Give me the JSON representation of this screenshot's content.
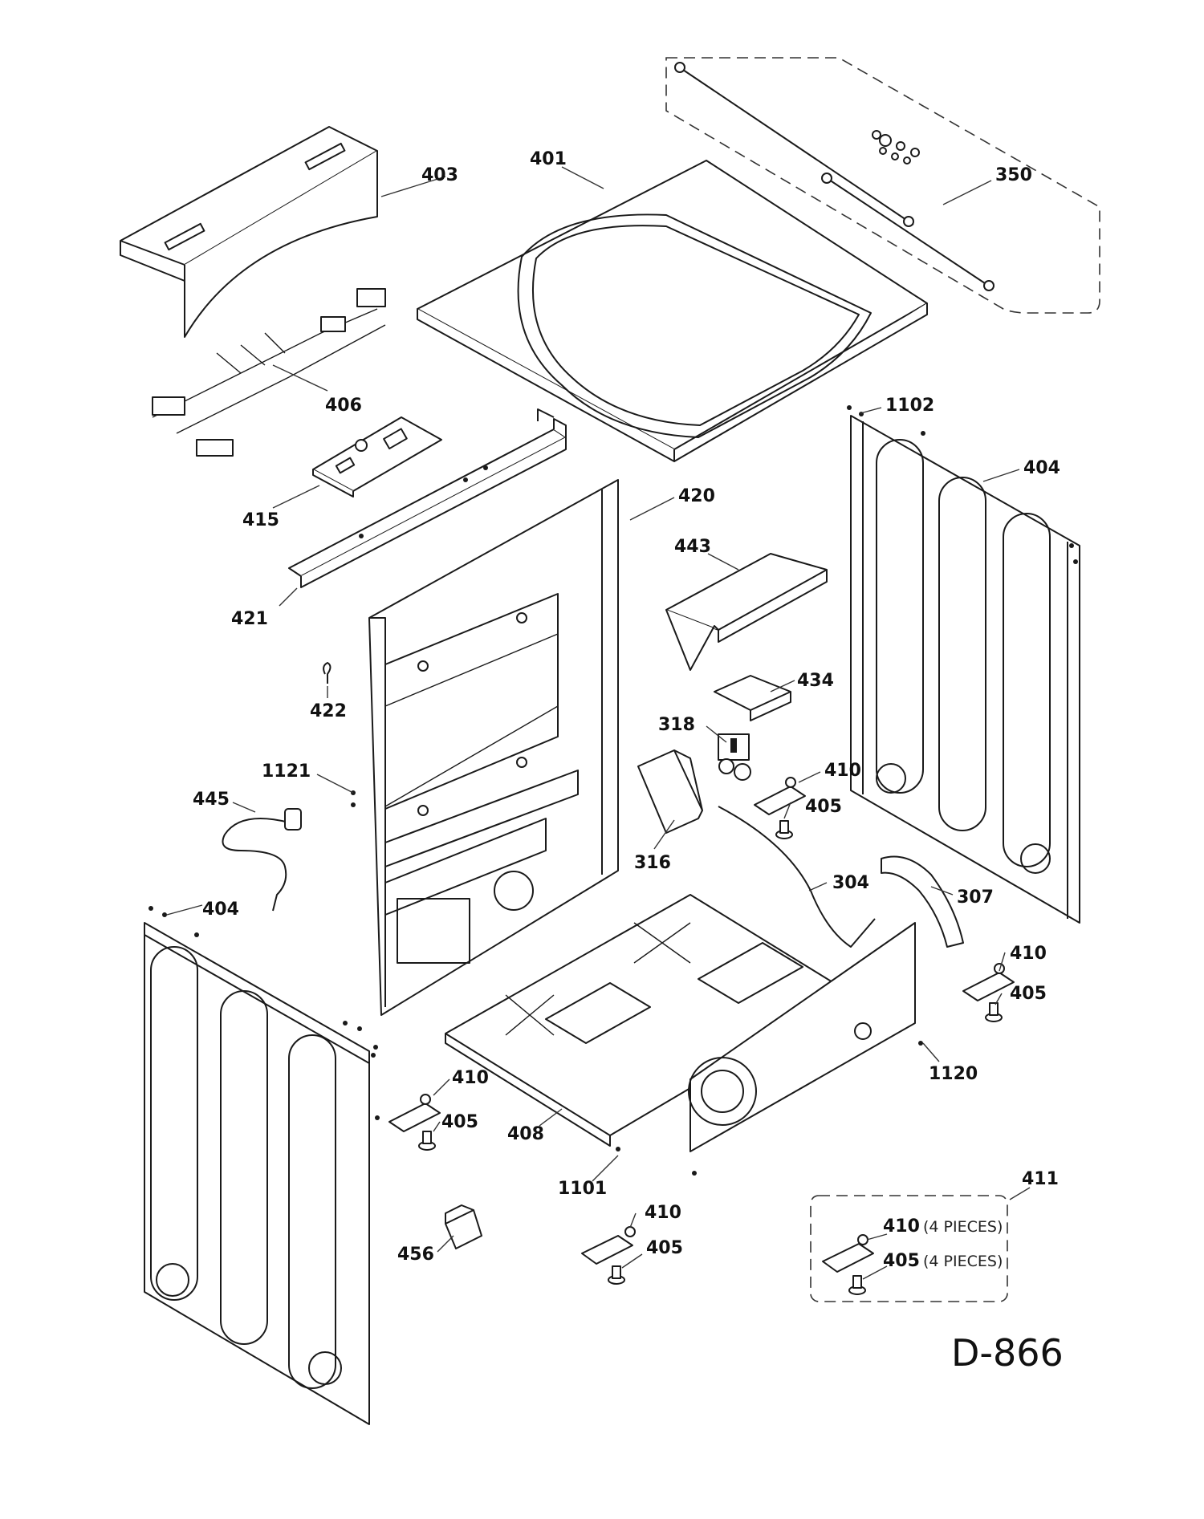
{
  "drawing_id": "D-866",
  "labels": {
    "p401": "401",
    "p403": "403",
    "p350": "350",
    "p406": "406",
    "p1102": "1102",
    "p404_right": "404",
    "p415": "415",
    "p420": "420",
    "p443": "443",
    "p421": "421",
    "p434": "434",
    "p422": "422",
    "p318": "318",
    "p410_valve": "410",
    "p1121": "1121",
    "p405_valve": "405",
    "p445": "445",
    "p316": "316",
    "p304": "304",
    "p307": "307",
    "p404_left": "404",
    "p410_right": "410",
    "p405_right": "405",
    "p1120": "1120",
    "p410_left": "410",
    "p405_left": "405",
    "p408": "408",
    "p1101": "1101",
    "p411": "411",
    "p410_center": "410",
    "p405_center": "405",
    "p456": "456",
    "kit_410": "410",
    "kit_410_note": "(4 PIECES)",
    "kit_405": "405",
    "kit_405_note": "(4 PIECES)"
  }
}
